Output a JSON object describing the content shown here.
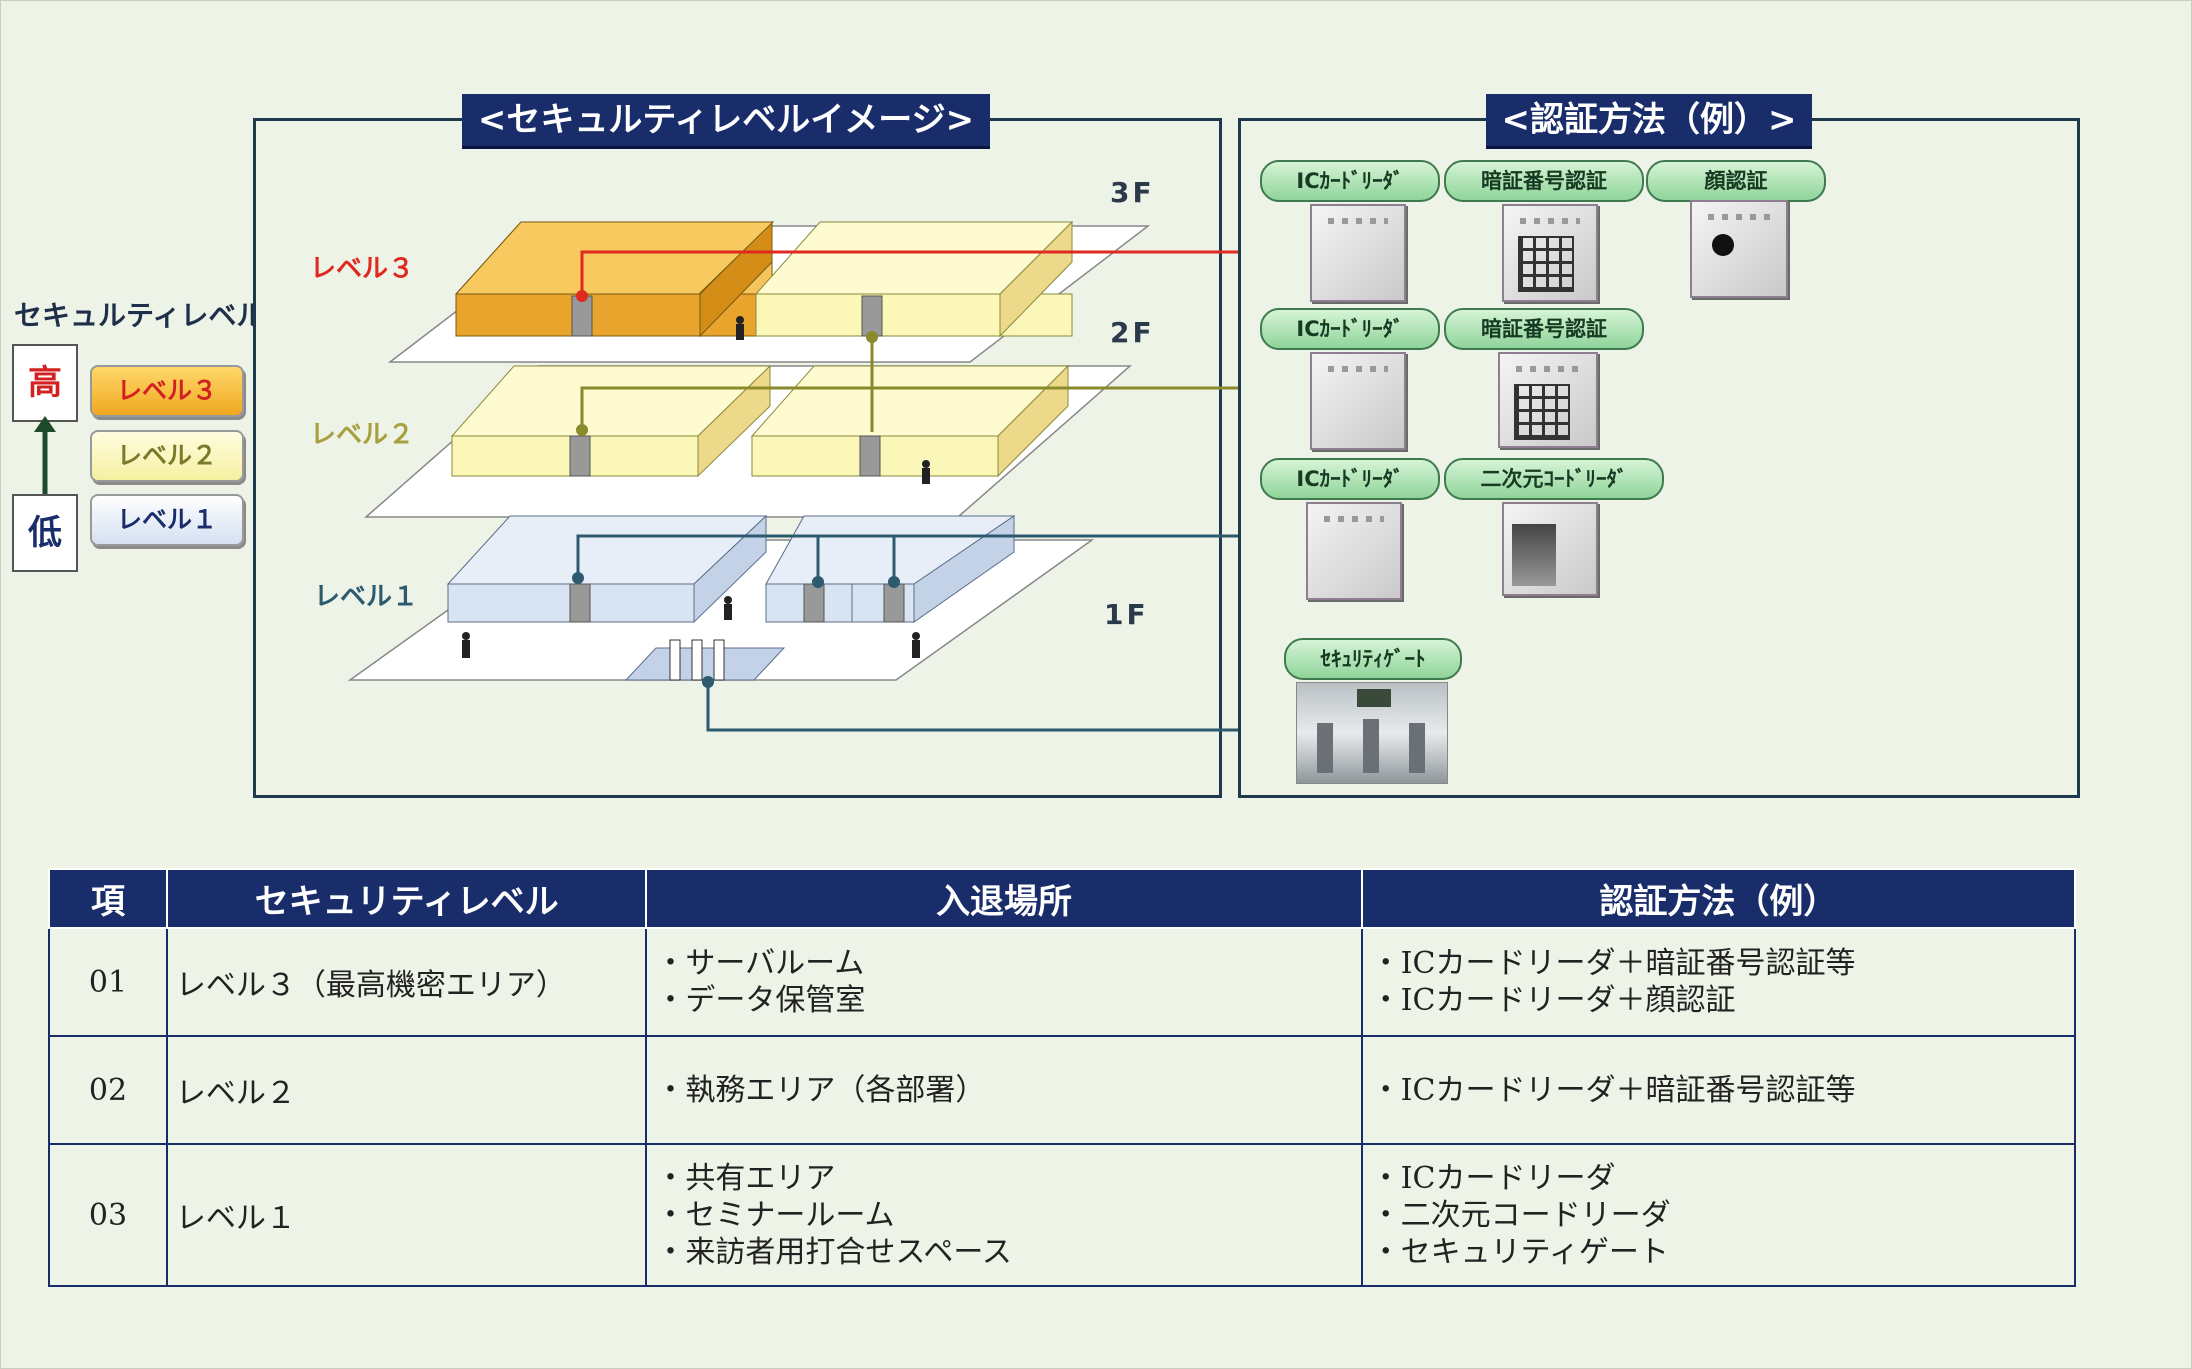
{
  "security_image": {
    "title": "<セキュルティレベルイメージ>"
  },
  "auth_panel": {
    "title": "<認証方法（例）>"
  },
  "side": {
    "title": "セキュルティレベル",
    "high": "高",
    "low": "低",
    "badges": [
      "レベル３",
      "レベル２",
      "レベル１"
    ]
  },
  "floors": {
    "f3": "3F",
    "f2": "2F",
    "f1": "1F"
  },
  "levels": {
    "l3": "レベル３",
    "l2": "レベル２",
    "l1": "レベル１"
  },
  "devices": {
    "ic1": "ICｶｰﾄﾞﾘｰﾀﾞ",
    "pin1": "暗証番号認証",
    "face": "顔認証",
    "ic2": "ICｶｰﾄﾞﾘｰﾀﾞ",
    "pin2": "暗証番号認証",
    "ic3": "ICｶｰﾄﾞﾘｰﾀﾞ",
    "qr": "二次元ｺｰﾄﾞﾘｰﾀﾞ",
    "gate": "ｾｷｭﾘﾃｨｹﾞｰﾄ"
  },
  "colors": {
    "level3": "#f2b43c",
    "level2": "#fbf7b8",
    "level1": "#d9e4f3",
    "line3": "#e02a20",
    "line2": "#8a8a2a",
    "line1": "#2c5a6e"
  },
  "table": {
    "headers": [
      "項",
      "セキュリティレベル",
      "入退場所",
      "認証方法（例）"
    ],
    "rows": [
      {
        "no": "01",
        "level": "レベル３（最高機密エリア）",
        "places": [
          "・サーバルーム",
          "・データ保管室"
        ],
        "methods": [
          "・ICカードリーダ＋暗証番号認証等",
          "・ICカードリーダ＋顔認証"
        ]
      },
      {
        "no": "02",
        "level": "レベル２",
        "places": [
          "・執務エリア（各部署）"
        ],
        "methods": [
          "・ICカードリーダ＋暗証番号認証等"
        ]
      },
      {
        "no": "03",
        "level": "レベル１",
        "places": [
          "・共有エリア",
          "・セミナールーム",
          "・来訪者用打合せスペース"
        ],
        "methods": [
          "・ICカードリーダ",
          "・二次元コードリーダ",
          "・セキュリティゲート"
        ]
      }
    ]
  }
}
